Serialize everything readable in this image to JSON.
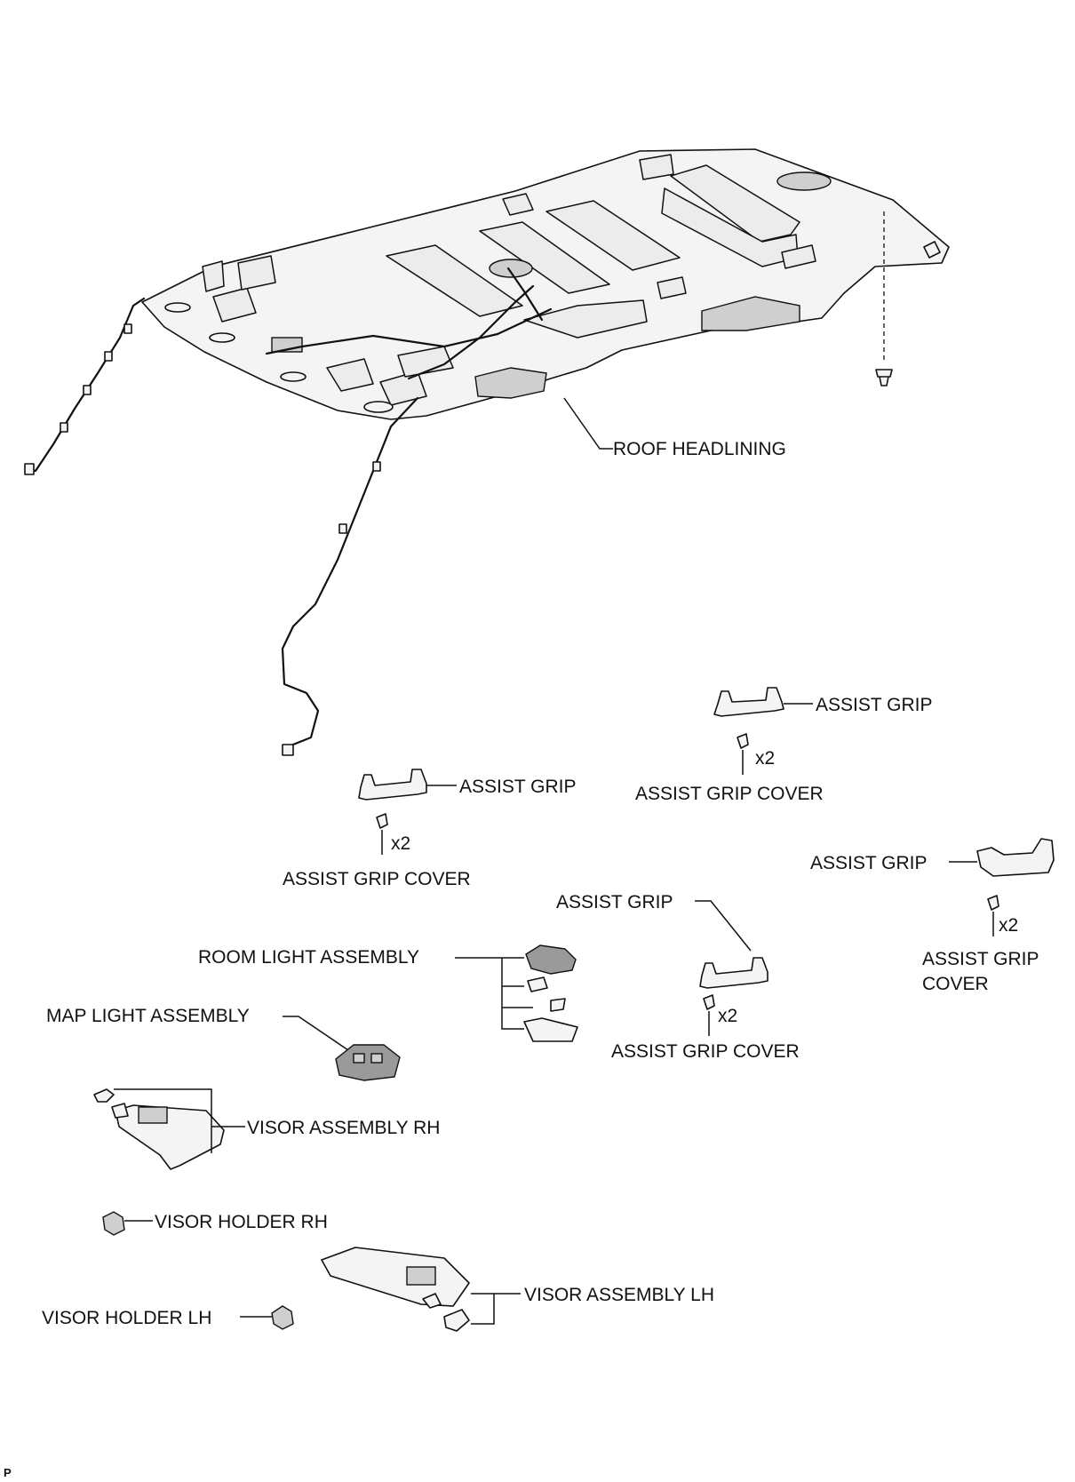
{
  "labels": {
    "roof_headlining": "ROOF HEADLINING",
    "assist_grip_1": "ASSIST GRIP",
    "assist_grip_cover_1": "ASSIST GRIP COVER",
    "assist_grip_2": "ASSIST GRIP",
    "assist_grip_cover_2": "ASSIST GRIP COVER",
    "assist_grip_3": "ASSIST GRIP",
    "assist_grip_cover_3_line1": "ASSIST GRIP",
    "assist_grip_cover_3_line2": "COVER",
    "assist_grip_4": "ASSIST GRIP",
    "assist_grip_cover_4": "ASSIST GRIP COVER",
    "room_light_assembly": "ROOM LIGHT ASSEMBLY",
    "map_light_assembly": "MAP LIGHT ASSEMBLY",
    "visor_assembly_rh": "VISOR ASSEMBLY RH",
    "visor_holder_rh": "VISOR HOLDER RH",
    "visor_assembly_lh": "VISOR ASSEMBLY LH",
    "visor_holder_lh": "VISOR HOLDER LH"
  },
  "quantities": {
    "cover_1": "x2",
    "cover_2": "x2",
    "cover_3": "x2",
    "cover_4": "x2"
  },
  "footer_mark": "P"
}
